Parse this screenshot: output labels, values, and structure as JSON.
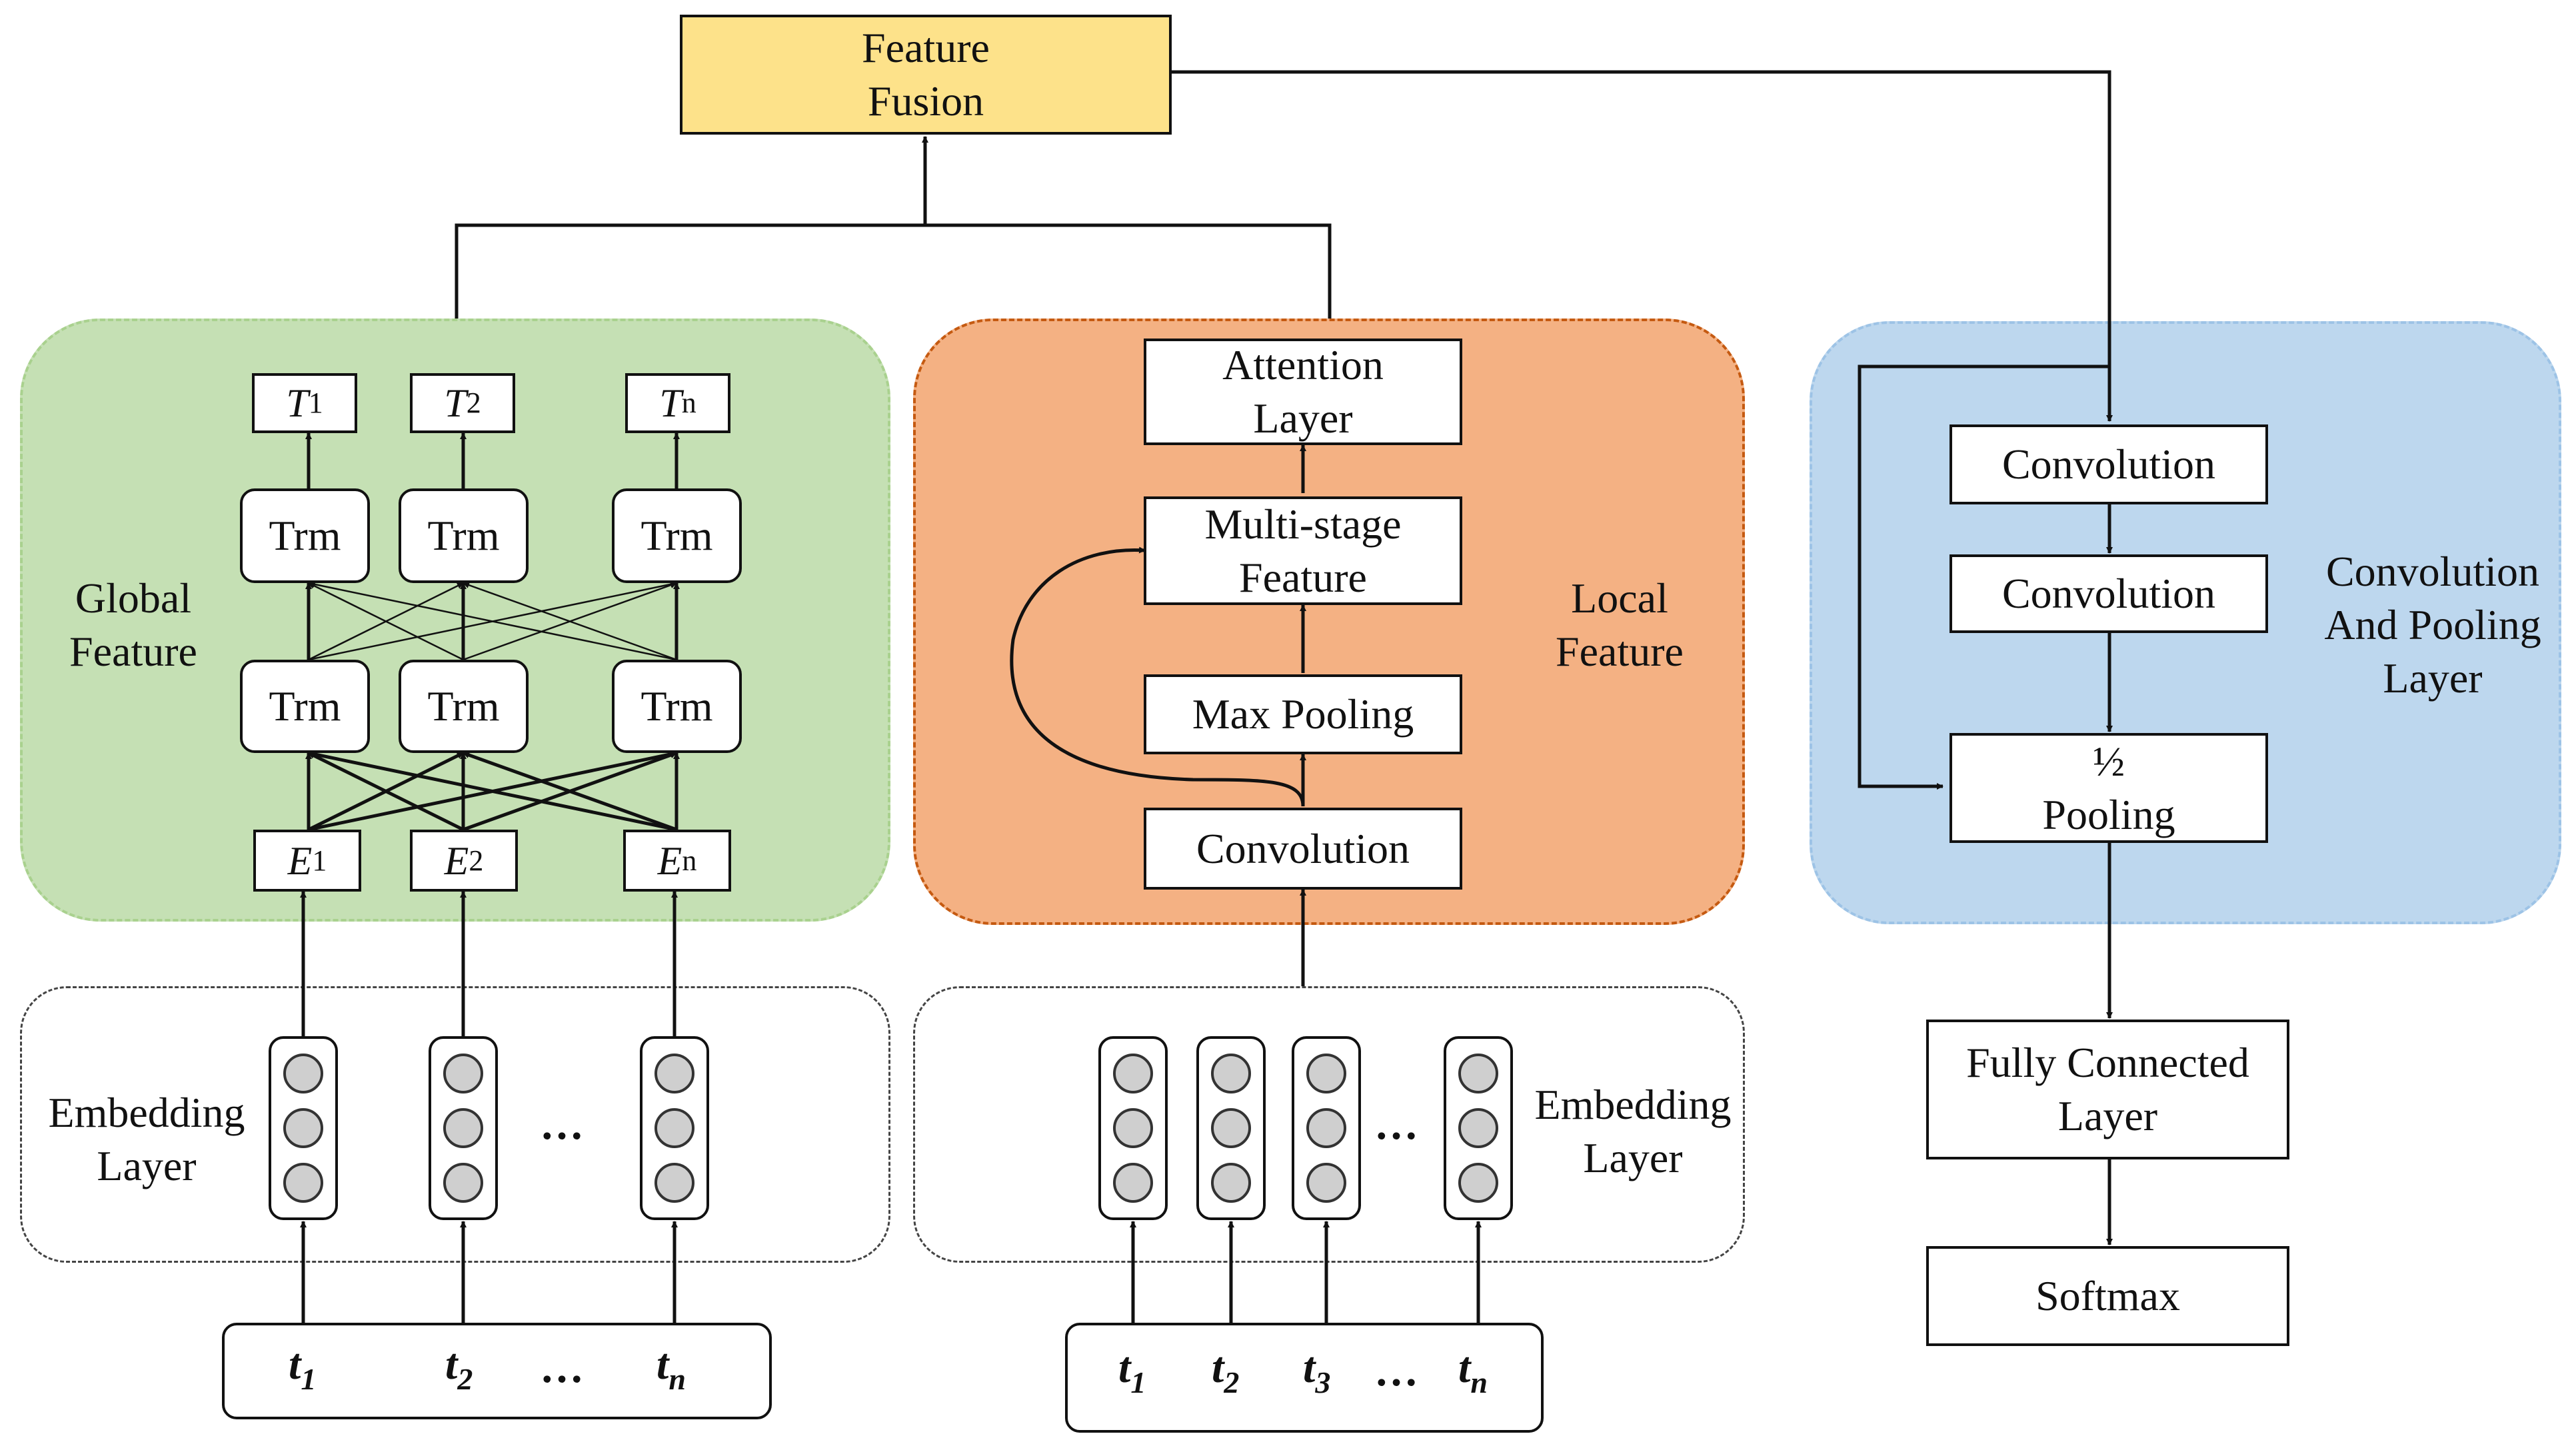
{
  "top": {
    "fusion_label": "Feature\nFusion",
    "fusion_color": "#fde28a"
  },
  "global": {
    "label": "Global\nFeature",
    "color": "#c5e0b4",
    "border_color": "#a9d18e",
    "outputs": [
      {
        "sym": "T",
        "sub": "1"
      },
      {
        "sym": "T",
        "sub": "2"
      },
      {
        "sym": "T",
        "sub": "n"
      }
    ],
    "trm_label": "Trm",
    "embeds": [
      {
        "sym": "E",
        "sub": "1"
      },
      {
        "sym": "E",
        "sub": "2"
      },
      {
        "sym": "E",
        "sub": "n"
      }
    ],
    "embedding_label": "Embedding\nLayer",
    "dots": "…",
    "tokens": [
      {
        "sym": "t",
        "sub": "1"
      },
      {
        "sym": "t",
        "sub": "2"
      },
      {
        "sym": "t",
        "sub": "n"
      }
    ]
  },
  "local": {
    "label": "Local\nFeature",
    "color": "#f4b183",
    "border_color": "#c55a11",
    "attention_label": "Attention\nLayer",
    "multistage_label": "Multi-stage\nFeature",
    "maxpool_label": "Max Pooling",
    "conv_label": "Convolution",
    "embedding_label": "Embedding\nLayer",
    "dots": "…",
    "tokens": [
      {
        "sym": "t",
        "sub": "1"
      },
      {
        "sym": "t",
        "sub": "2"
      },
      {
        "sym": "t",
        "sub": "3"
      },
      {
        "sym": "t",
        "sub": "n"
      }
    ]
  },
  "convpool": {
    "label": "Convolution\nAnd Pooling\nLayer",
    "color": "#bdd7ee",
    "border_color": "#9dc3e6",
    "conv1_label": "Convolution",
    "conv2_label": "Convolution",
    "pool_label": "½\nPooling",
    "fc_label": "Fully Connected\nLayer",
    "softmax_label": "Softmax"
  }
}
